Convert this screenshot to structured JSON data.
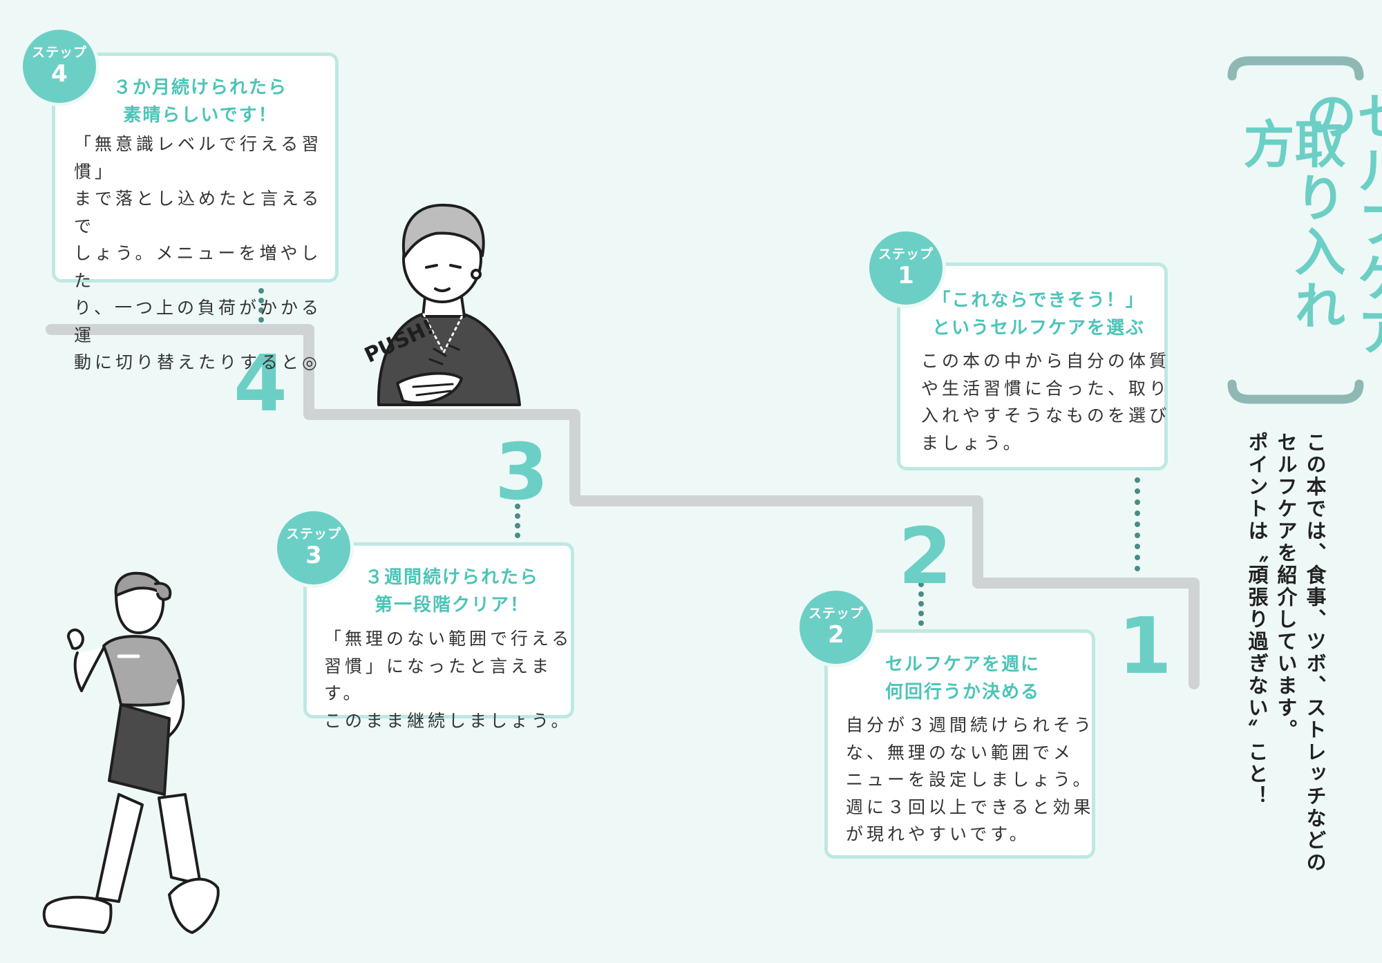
{
  "title": {
    "line1": "セルフケアの",
    "line2": "取り入れ方"
  },
  "description": {
    "line1": "この本では、食事、ツボ、ストレッチなどの",
    "line2": "セルフケアを紹介しています。",
    "line3": "ポイントは〝頑張り過ぎない〟こと！"
  },
  "steps": [
    {
      "badge_label": "ステップ",
      "badge_number": "1",
      "big_number": "1",
      "title": "「これならできそう！」\nというセルフケアを選ぶ",
      "body": "この本の中から自分の体質\nや生活習慣に合った、取り\n入れやすそうなものを選び\nましょう。"
    },
    {
      "badge_label": "ステップ",
      "badge_number": "2",
      "big_number": "2",
      "title": "セルフケアを週に\n何回行うか決める",
      "body": "自分が３週間続けられそう\nな、無理のない範囲でメ\nニューを設定しましょう。\n週に３回以上できると効果\nが現れやすいです。"
    },
    {
      "badge_label": "ステップ",
      "badge_number": "3",
      "big_number": "3",
      "title": "３週間続けられたら\n第一段階クリア！",
      "body": "「無理のない範囲で行える\n習慣」になったと言えます。\nこのまま継続しましょう。"
    },
    {
      "badge_label": "ステップ",
      "badge_number": "4",
      "big_number": "4",
      "title": "３か月続けられたら\n素晴らしいです！",
      "body": "「無意識レベルで行える習慣」\nまで落とし込めたと言えるで\nしょう。メニューを増やした\nり、一つ上の負荷がかかる運\n動に切り替えたりすると◎"
    }
  ],
  "illustration": {
    "push_text": "PUSH!"
  },
  "colors": {
    "background": "#eef9f7",
    "accent": "#6ccfc6",
    "title_text": "#4cc4b7",
    "card_border": "#bfe8e2",
    "stairs": "#cfd3d4",
    "bracket": "#8fb8b4"
  }
}
